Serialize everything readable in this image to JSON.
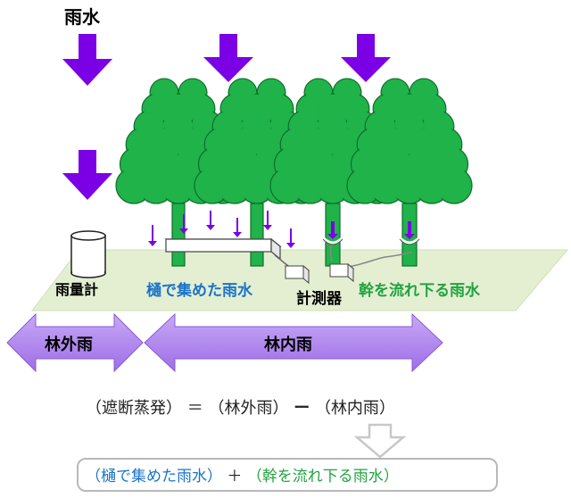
{
  "labels": {
    "rain": "雨水",
    "rain_gauge": "雨量計",
    "gutter_water": "樋で集めた雨水",
    "meter": "計測器",
    "stem_flow": "幹を流れ下る雨水",
    "outside_rain": "林外雨",
    "inside_rain": "林内雨"
  },
  "equation": {
    "open": "（",
    "interception": "遮断蒸発",
    "close": "）",
    "equals": "＝",
    "outside": "林外雨",
    "minus": "ー",
    "inside": "林内雨"
  },
  "sum": {
    "open": "（",
    "gutter": "樋で集めた雨水",
    "close": "）",
    "plus": "＋",
    "stem": "幹を流れ下る雨水"
  },
  "colors": {
    "arrow_purple": "#7b00e6",
    "tree_green": "#1fb34a",
    "tree_dark": "#0f6e2b",
    "ground": "#e4efd2",
    "band_purple": "#b48ff0",
    "label_blue": "#1a73c9",
    "label_green": "#21a33f",
    "gray_arrow": "#c8c8c8"
  }
}
